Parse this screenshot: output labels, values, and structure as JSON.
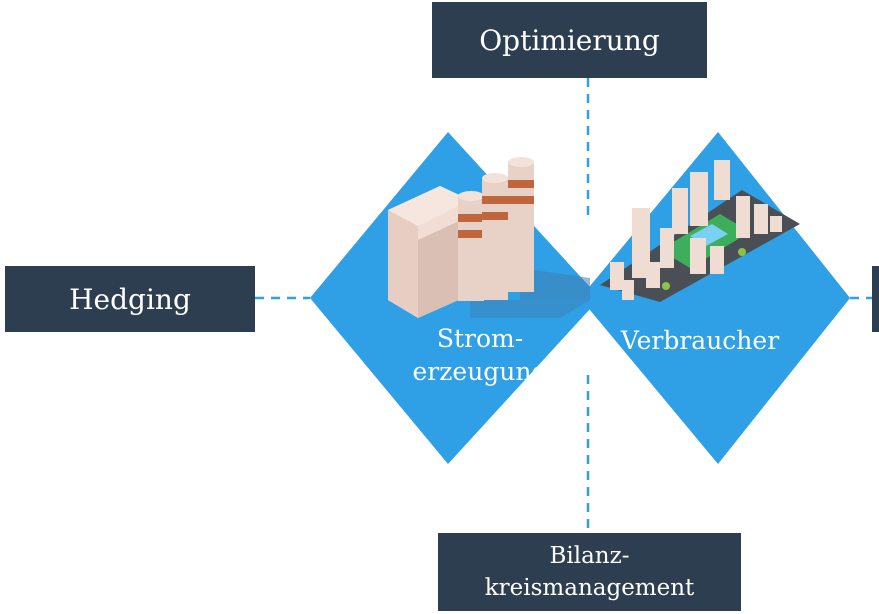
{
  "nodes": {
    "top": {
      "label": "Optimierung"
    },
    "left": {
      "label": "Hedging"
    },
    "bottom": {
      "line1": "Bilanz-",
      "line2": "kreismanagement"
    }
  },
  "center": {
    "generation": {
      "line1": "Strom-",
      "line2": "erzeugung",
      "icon": "power-plant-icon"
    },
    "consumer": {
      "label": "Verbraucher",
      "icon": "city-icon"
    }
  },
  "colors": {
    "box": "#2d3e50",
    "diamond": "#2f9fe6",
    "connector": "#2f9fe6",
    "text_on_dark": "#ffffff"
  }
}
